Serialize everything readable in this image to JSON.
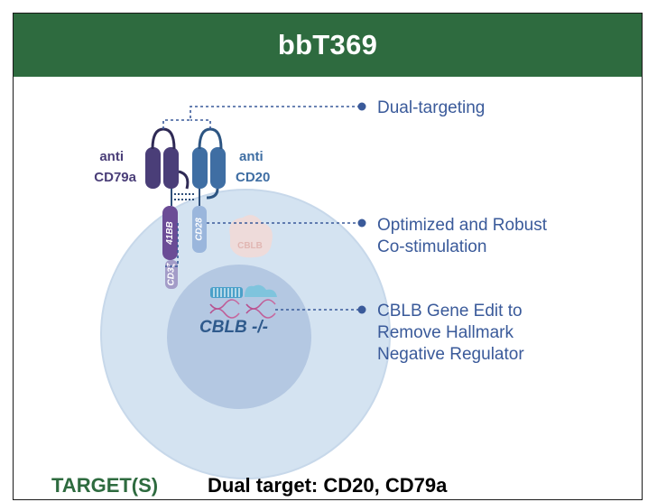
{
  "title": "bbT369",
  "binders": {
    "left_line1": "anti",
    "left_line2": "CD79a",
    "right_line1": "anti",
    "right_line2": "CD20"
  },
  "domains": {
    "costim_left": "41BB",
    "costim_right": "CD28",
    "signal": "CD3ζ"
  },
  "cytoplasm_label": "CBLB",
  "nucleus_label": "CBLB -/-",
  "callouts": {
    "c1_line1": "Dual-targeting",
    "c2_line1": "Optimized and Robust",
    "c2_line2": "Co-stimulation",
    "c3_line1": "CBLB Gene Edit to",
    "c3_line2": "Remove Hallmark",
    "c3_line3": "Negative Regulator"
  },
  "footer": {
    "label": "TARGET(S)",
    "value": "Dual target: CD20, CD79a"
  },
  "colors": {
    "header_bg": "#2e6b3f",
    "accent_dark_purple": "#4a3e78",
    "accent_blue": "#3f6ea3",
    "callout_dot": "#3a5a9a",
    "cell": "#d4e3f1",
    "nucleus": "#b4c8e2"
  }
}
